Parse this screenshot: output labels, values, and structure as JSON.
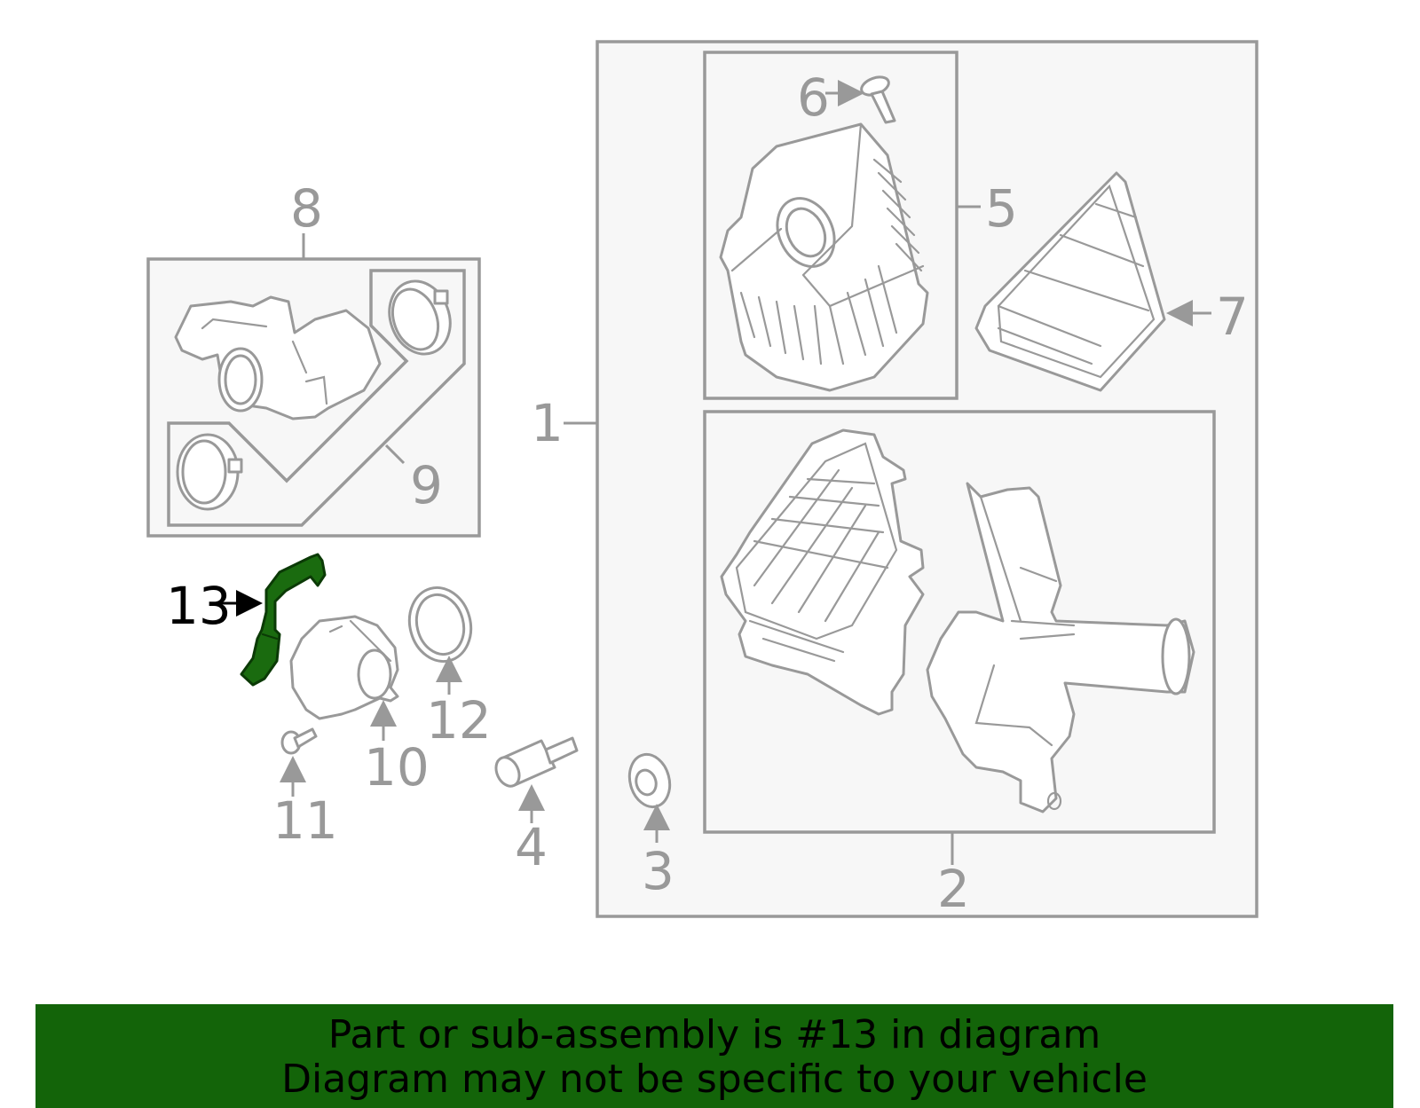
{
  "callouts": [
    "1",
    "2",
    "3",
    "4",
    "5",
    "6",
    "7",
    "8",
    "9",
    "10",
    "11",
    "12",
    "13"
  ],
  "highlighted_callout": "13",
  "colors": {
    "line_gray": "#999999",
    "box_fill": "#f7f7f7",
    "highlight_green": "#1a6b0f",
    "banner_green": "#136409"
  },
  "banner": {
    "line1": "Part or sub-assembly is #13 in diagram",
    "line2": "Diagram may not be specific to your vehicle"
  }
}
